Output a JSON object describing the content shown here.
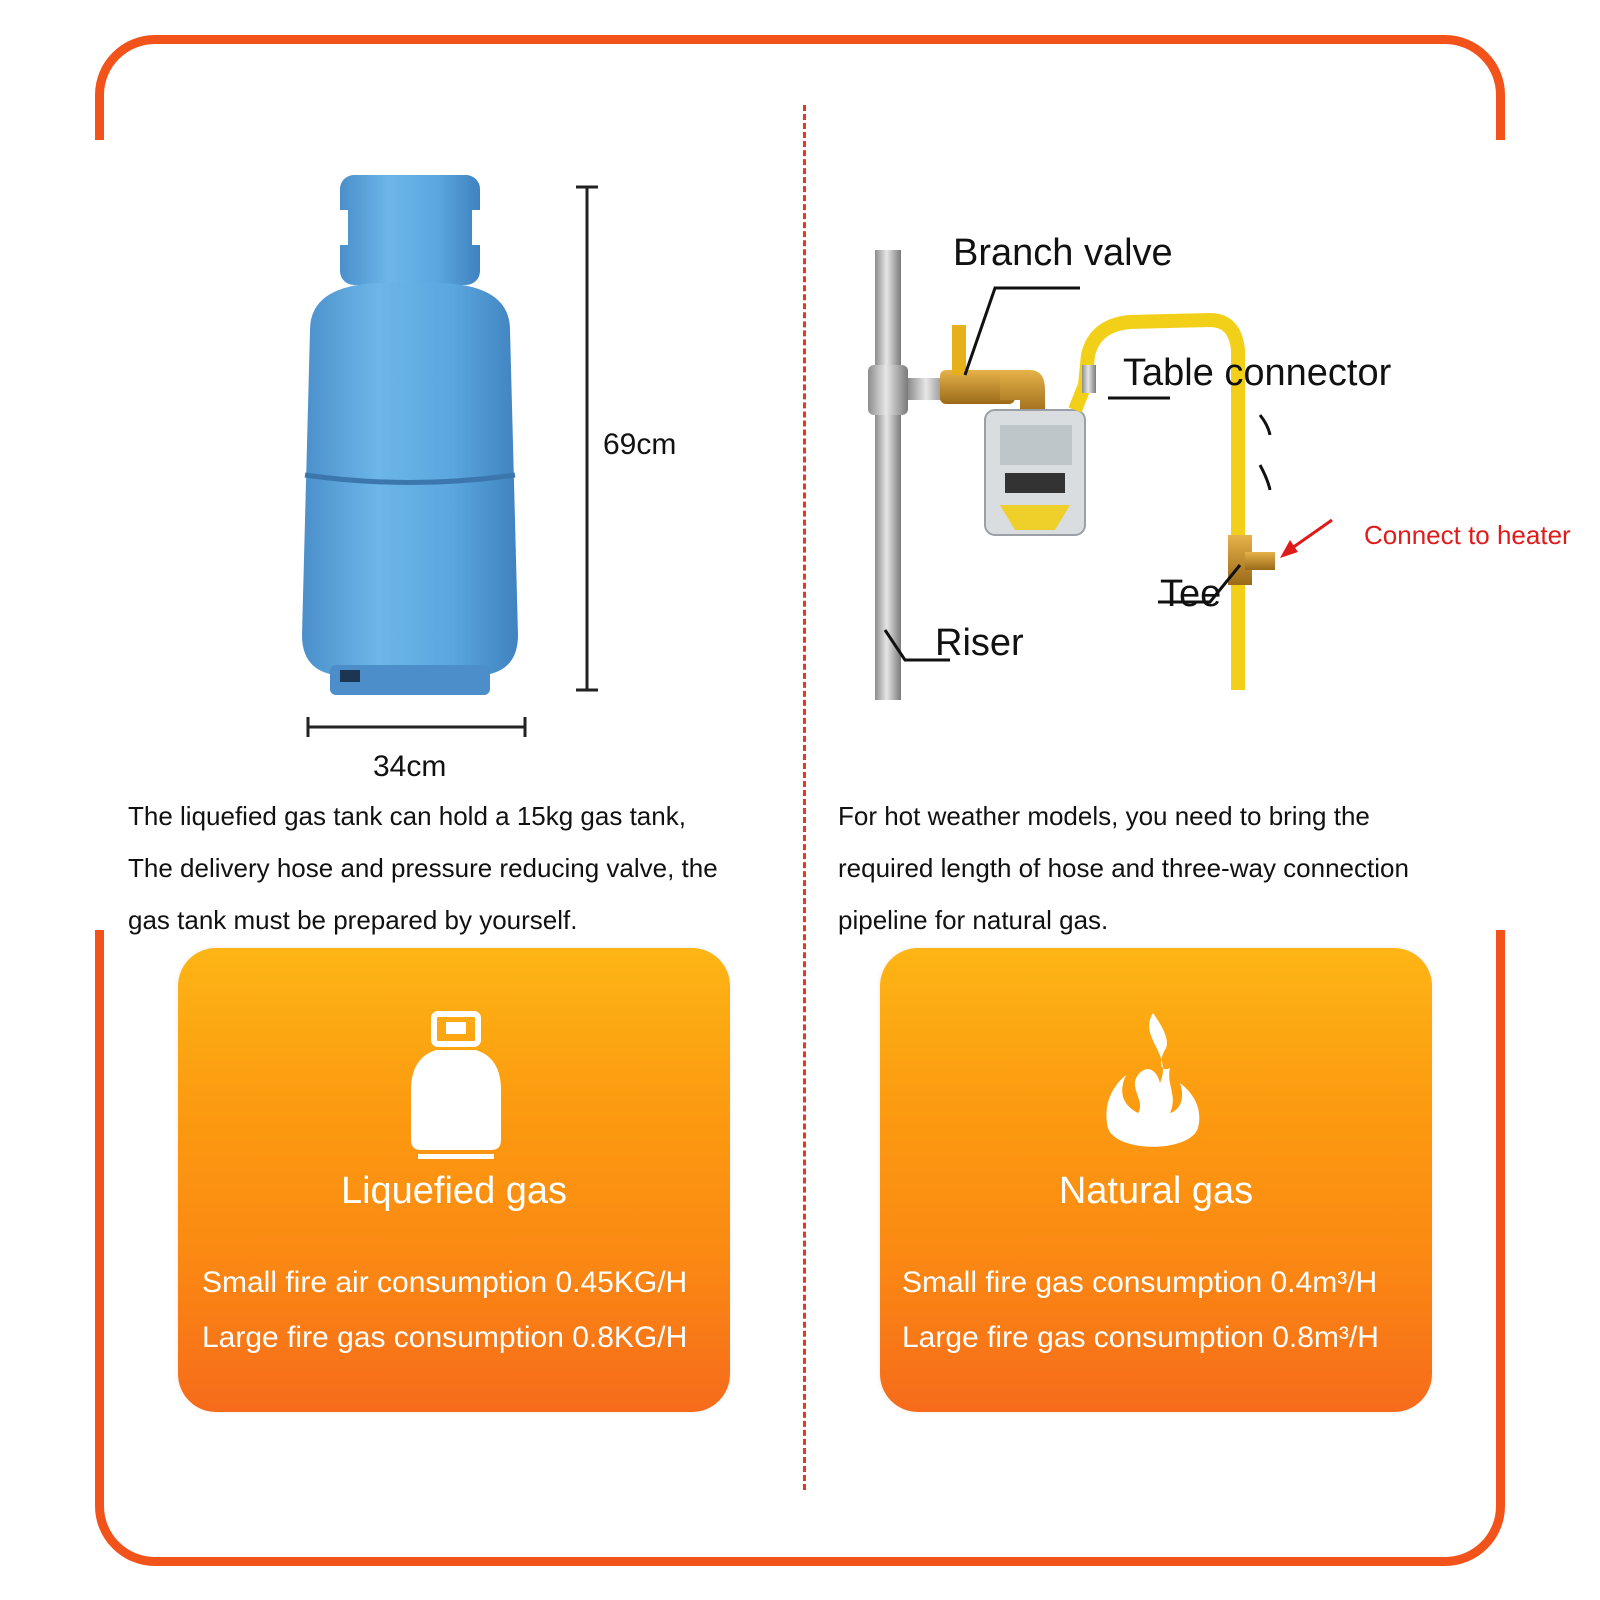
{
  "left": {
    "height_label": "69cm",
    "width_label": "34cm",
    "description": [
      "The liquefied gas tank can hold a 15kg gas tank,",
      "The delivery hose and pressure reducing valve, the",
      "gas tank must be prepared by yourself."
    ],
    "card": {
      "icon": "gas-cylinder-icon",
      "title": "Liquefied gas",
      "lines": [
        "Small fire air consumption 0.45KG/H",
        "Large fire gas consumption 0.8KG/H"
      ]
    }
  },
  "right": {
    "callouts": {
      "branch_valve": "Branch valve",
      "table_connector": "Table connector",
      "connect_to_heater": "Connect to heater",
      "tee": "Tee",
      "riser": "Riser"
    },
    "description": [
      "For hot weather models, you need to bring the",
      "required length of hose and three-way connection",
      "pipeline for natural gas."
    ],
    "card": {
      "icon": "flame-icon",
      "title": "Natural gas",
      "lines": [
        "Small fire gas consumption 0.4m³/H",
        "Large fire gas consumption 0.8m³/H"
      ]
    }
  },
  "colors": {
    "frame": "#f2531b",
    "tank": "#5aa6de",
    "pipe_yellow": "#f2d019",
    "callout_red": "#e01b1b"
  }
}
